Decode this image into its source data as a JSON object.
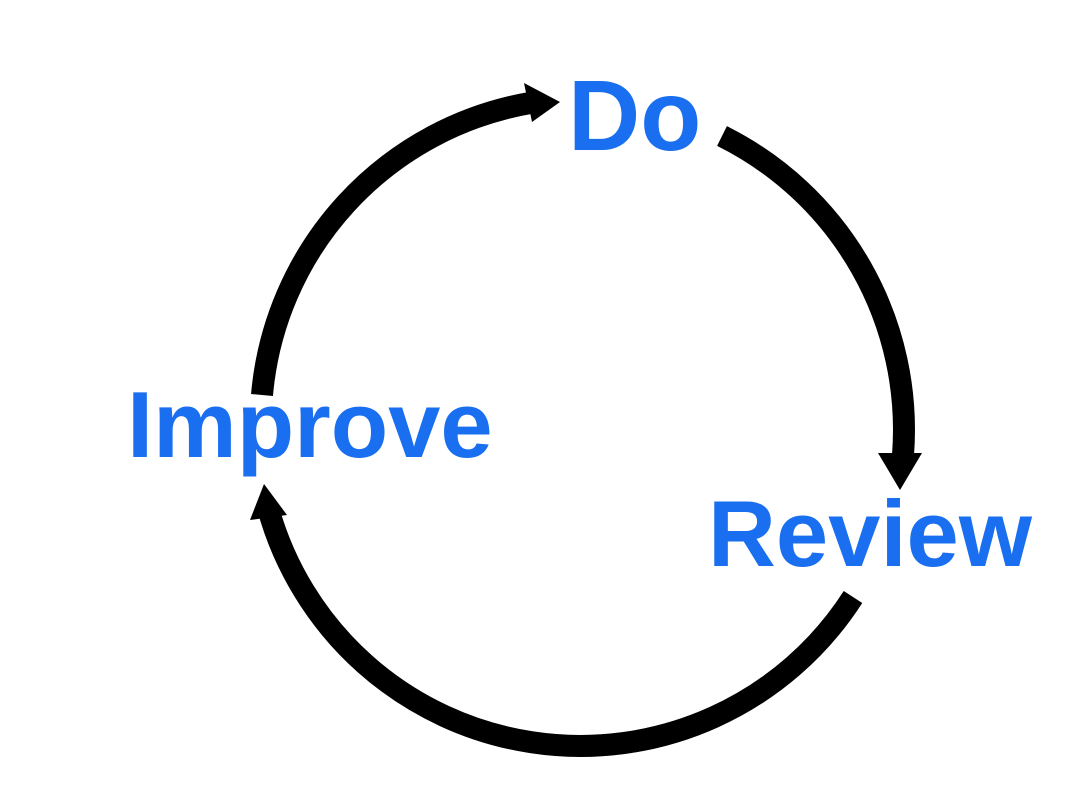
{
  "colors": {
    "label": "#1a6ff0",
    "arrow": "#000000",
    "background": "#ffffff"
  },
  "stages": {
    "do": "Do",
    "review": "Review",
    "improve": "Improve"
  }
}
